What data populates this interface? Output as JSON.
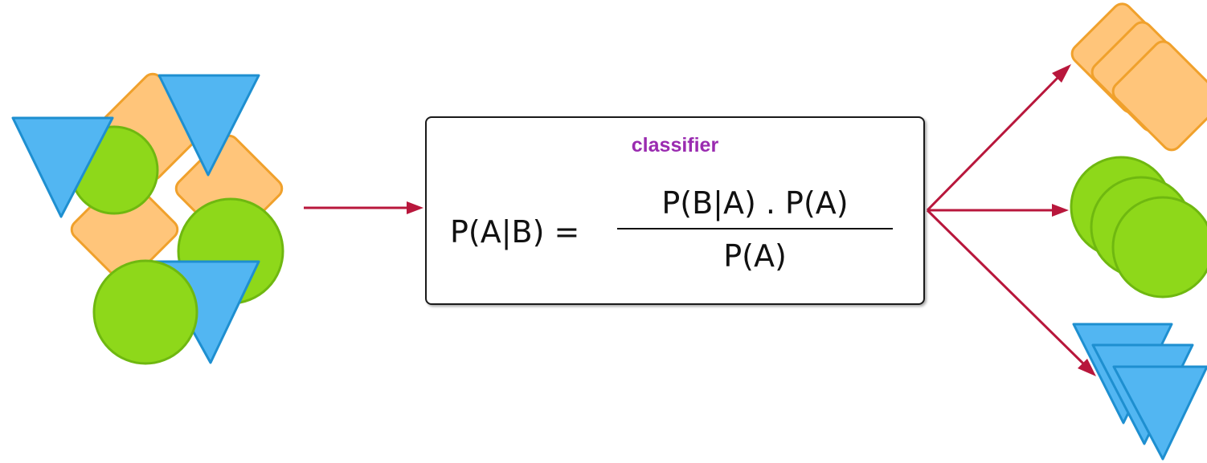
{
  "classifier": {
    "label": "classifier",
    "formula_lhs": "P(A|B) =",
    "numerator": "P(B|A) . P(A)",
    "denominator": "P(A)"
  },
  "colors": {
    "square_fill": "#ffc57a",
    "circle_fill": "#8ed81a",
    "triangle_fill": "#52b6f2",
    "arrow": "#b8173c",
    "label": "#9a2bb0"
  },
  "input_shapes": [
    "square",
    "square",
    "square",
    "circle",
    "circle",
    "circle",
    "triangle",
    "triangle",
    "triangle"
  ],
  "output_groups": [
    {
      "shape": "square",
      "count": 3
    },
    {
      "shape": "circle",
      "count": 3
    },
    {
      "shape": "triangle",
      "count": 3
    }
  ]
}
